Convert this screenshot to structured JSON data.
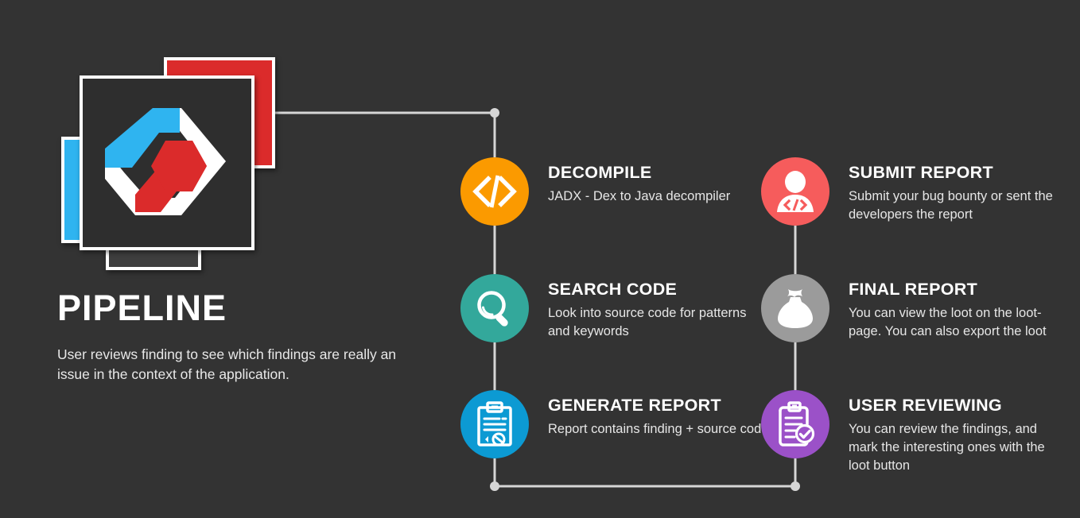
{
  "theme": {
    "background": "#333333",
    "text_primary": "#FFFFFF",
    "text_secondary": "#E6E6E6",
    "connector": "#D6D6D6"
  },
  "logo": {
    "name": "pipeline-logo",
    "card_colors": {
      "blue": "#2FB4F0",
      "red": "#DB2B2B",
      "gray": "#3E3E3E",
      "main": "#2E2E2E"
    },
    "mark_colors": {
      "blue": "#2FB4F0",
      "red": "#DB2B2B",
      "white": "#FFFFFF"
    }
  },
  "header": {
    "title": "PIPELINE",
    "subtitle": "User reviews finding to see which findings are really an issue in the context of the application."
  },
  "steps": [
    {
      "id": "decompile",
      "icon": "code-brackets-icon",
      "color": "#FB9A00",
      "title": "DECOMPILE",
      "desc": "JADX - Dex to Java decompiler",
      "column": "left",
      "order": 1
    },
    {
      "id": "search-code",
      "icon": "magnifier-icon",
      "color": "#33A89B",
      "title": "SEARCH CODE",
      "desc": "Look into source code for patterns and keywords",
      "column": "left",
      "order": 2
    },
    {
      "id": "generate-report",
      "icon": "clipboard-report-icon",
      "color": "#0C9AD3",
      "title": "GENERATE REPORT",
      "desc": "Report contains finding + source code",
      "column": "left",
      "order": 3
    },
    {
      "id": "submit-report",
      "icon": "developer-person-icon",
      "color": "#F65C5C",
      "title": "SUBMIT REPORT",
      "desc": "Submit your bug bounty or sent the developers the report",
      "column": "right",
      "order": 4
    },
    {
      "id": "final-report",
      "icon": "money-bag-icon",
      "color": "#9B9B9B",
      "title": "FINAL REPORT",
      "desc": "You can view the loot on the loot-page. You can also export the loot",
      "column": "right",
      "order": 5
    },
    {
      "id": "user-reviewing",
      "icon": "clipboard-check-icon",
      "color": "#9B51C8",
      "title": "USER REVIEWING",
      "desc": "You can review the findings, and mark the interesting ones with the loot button",
      "column": "right",
      "order": 6
    }
  ]
}
